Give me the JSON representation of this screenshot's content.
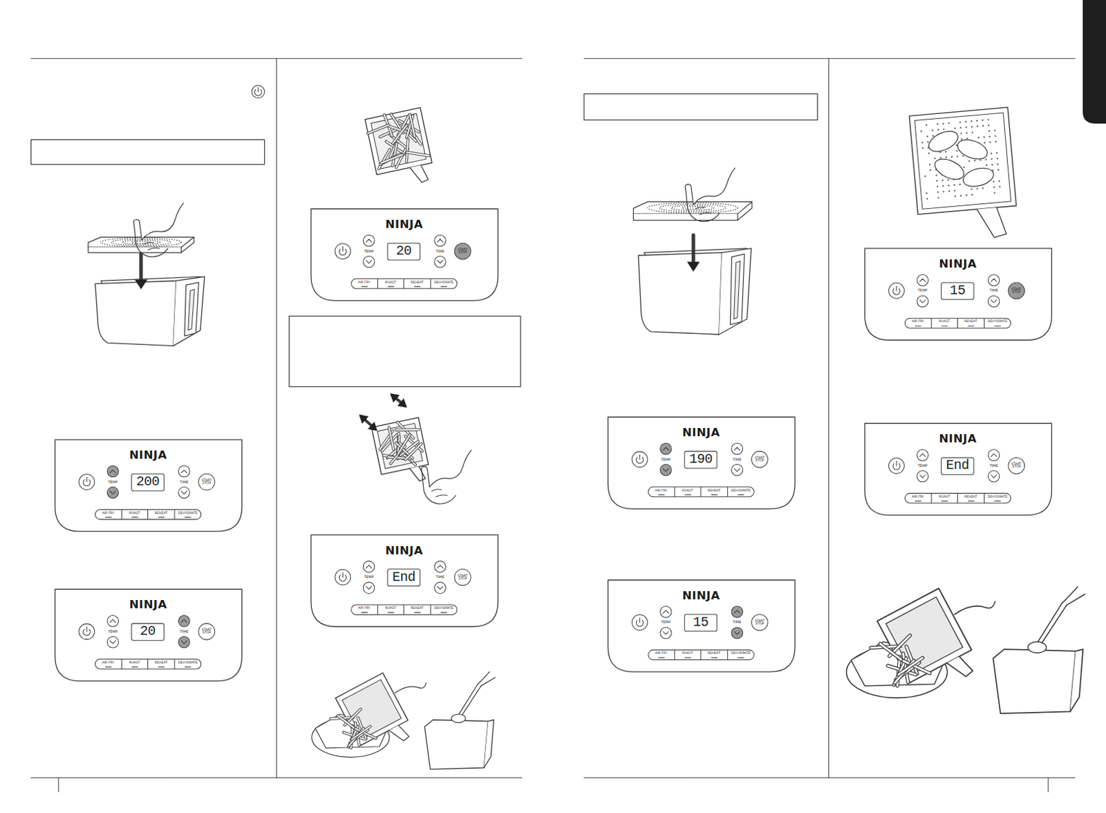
{
  "diagram": {
    "nodes": [
      {
        "text": [
          "NINJA",
          "TEMP",
          "TIME"
        ]
      },
      {
        "text": [
          "200"
        ],
        "in": 0
      },
      {
        "text": [
          "START STOP"
        ],
        "in": 0
      },
      {
        "text": [
          "AIR FRY"
        ],
        "in": 0
      },
      {
        "text": [
          "ROAST"
        ],
        "in": 0
      },
      {
        "text": [
          "REHEAT"
        ],
        "in": 0
      },
      {
        "text": [
          "DEHYDRATE"
        ],
        "in": 0
      },
      {
        "text": [
          "NINJA",
          "TEMP",
          "TIME"
        ]
      },
      {
        "text": [
          "20"
        ],
        "in": 7
      },
      {
        "text": [
          "START STOP"
        ],
        "in": 7
      },
      {
        "text": [
          "AIR FRY"
        ],
        "in": 7
      },
      {
        "text": [
          "ROAST"
        ],
        "in": 7
      },
      {
        "text": [
          "REHEAT"
        ],
        "in": 7
      },
      {
        "text": [
          "DEHYDRATE"
        ],
        "in": 7
      },
      {
        "text": [
          "NINJA",
          "TEMP",
          "TIME"
        ]
      },
      {
        "text": [
          "20"
        ],
        "in": 14
      },
      {
        "text": [
          "START STOP"
        ],
        "in": 14
      },
      {
        "text": [
          "AIR FRY"
        ],
        "in": 14
      },
      {
        "text": [
          "ROAST"
        ],
        "in": 14
      },
      {
        "text": [
          "REHEAT"
        ],
        "in": 14
      },
      {
        "text": [
          "DEHYDRATE"
        ],
        "in": 14
      },
      {
        "text": [
          "NINJA",
          "TEMP",
          "TIME"
        ]
      },
      {
        "text": [
          "End"
        ],
        "in": 21
      },
      {
        "text": [
          "START STOP"
        ],
        "in": 21
      },
      {
        "text": [
          "AIR FRY"
        ],
        "in": 21
      },
      {
        "text": [
          "ROAST"
        ],
        "in": 21
      },
      {
        "text": [
          "REHEAT"
        ],
        "in": 21
      },
      {
        "text": [
          "DEHYDRATE"
        ],
        "in": 21
      },
      {
        "text": [
          "NINJA",
          "TEMP",
          "TIME"
        ]
      },
      {
        "text": [
          "190"
        ],
        "in": 28
      },
      {
        "text": [
          "START STOP"
        ],
        "in": 28
      },
      {
        "text": [
          "AIR FRY"
        ],
        "in": 28
      },
      {
        "text": [
          "ROAST"
        ],
        "in": 28
      },
      {
        "text": [
          "REHEAT"
        ],
        "in": 28
      },
      {
        "text": [
          "DEHYDRATE"
        ],
        "in": 28
      },
      {
        "text": [
          "NINJA",
          "TEMP",
          "TIME"
        ]
      },
      {
        "text": [
          "15"
        ],
        "in": 35
      },
      {
        "text": [
          "START STOP"
        ],
        "in": 35
      },
      {
        "text": [
          "AIR FRY"
        ],
        "in": 35
      },
      {
        "text": [
          "ROAST"
        ],
        "in": 35
      },
      {
        "text": [
          "REHEAT"
        ],
        "in": 35
      },
      {
        "text": [
          "DEHYDRATE"
        ],
        "in": 35
      },
      {
        "text": [
          "NINJA",
          "TEMP",
          "TIME"
        ]
      },
      {
        "text": [
          "15"
        ],
        "in": 42
      },
      {
        "text": [
          "START STOP"
        ],
        "in": 42
      },
      {
        "text": [
          "AIR FRY"
        ],
        "in": 42
      },
      {
        "text": [
          "ROAST"
        ],
        "in": 42
      },
      {
        "text": [
          "REHEAT"
        ],
        "in": 42
      },
      {
        "text": [
          "DEHYDRATE"
        ],
        "in": 42
      },
      {
        "text": [
          "NINJA",
          "TEMP",
          "TIME"
        ]
      },
      {
        "text": [
          "End"
        ],
        "in": 49
      },
      {
        "text": [
          "START STOP"
        ],
        "in": 49
      },
      {
        "text": [
          "AIR FRY"
        ],
        "in": 49
      },
      {
        "text": [
          "ROAST"
        ],
        "in": 49
      },
      {
        "text": [
          "REHEAT"
        ],
        "in": 49
      },
      {
        "text": [
          "DEHYDRATE"
        ],
        "in": 49
      }
    ]
  }
}
